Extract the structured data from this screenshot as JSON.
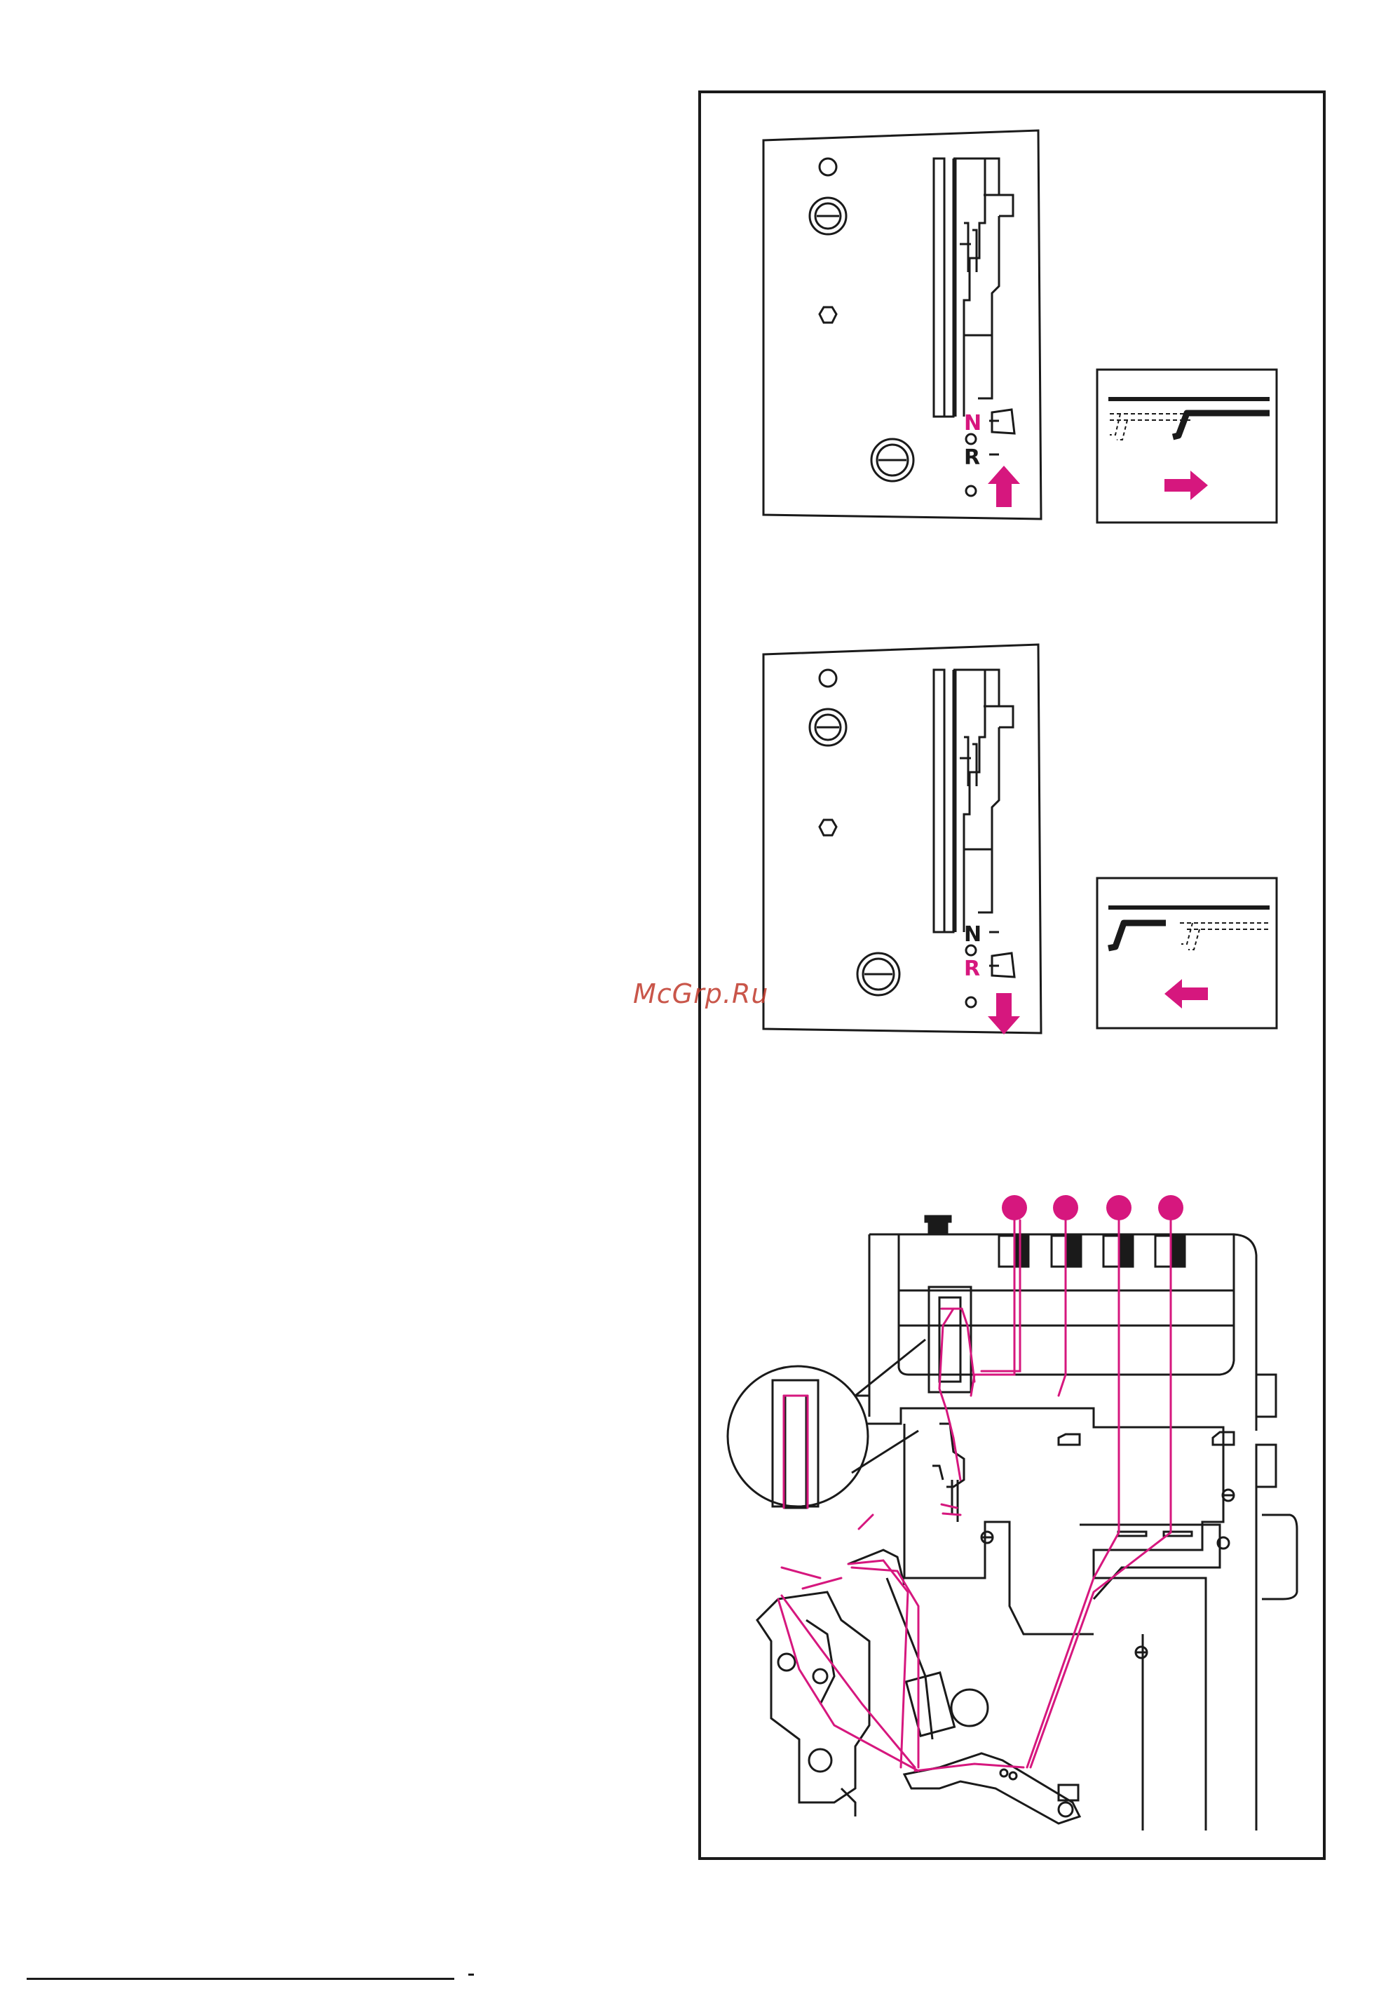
{
  "watermark": {
    "text": "McGrp.Ru"
  },
  "figure1": {
    "label_n": "N",
    "label_r": "R",
    "active": "N",
    "arrow_direction": "up",
    "inset_arrow_direction": "right"
  },
  "figure2": {
    "label_n": "N",
    "label_r": "R",
    "active": "R",
    "arrow_direction": "down",
    "inset_arrow_direction": "left"
  },
  "figure3": {
    "thread_markers": 4
  },
  "colors": {
    "accent": "#d6177e",
    "line": "#1a1a1a",
    "background": "#ffffff"
  }
}
